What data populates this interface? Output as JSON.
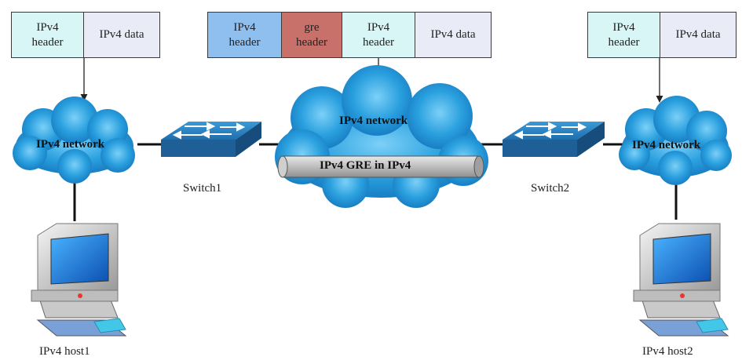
{
  "packets": {
    "left": {
      "ipv4_header": "IPv4\nheader",
      "ipv4_data": "IPv4 data"
    },
    "middle": {
      "outer_header": "IPv4\nheader",
      "gre_header": "gre\nheader",
      "inner_header": "IPv4\nheader",
      "ipv4_data": "IPv4 data"
    },
    "right": {
      "ipv4_header": "IPv4\nheader",
      "ipv4_data": "IPv4 data"
    }
  },
  "clouds": {
    "left": "IPv4 network",
    "middle": "IPv4 network",
    "right": "IPv4 network"
  },
  "tunnel": "IPv4 GRE in IPv4",
  "switches": {
    "switch1": "Switch1",
    "switch2": "Switch2"
  },
  "hosts": {
    "host1": "IPv4 host1",
    "host2": "IPv4 host2"
  },
  "colors": {
    "ipv4_header": "#d9f6f6",
    "ipv4_data": "#e9ecf6",
    "gre_header": "#c8706a",
    "outer_ipv4_header": "#8fbfef",
    "cloud": "#39a8e3",
    "switch": "#2f7fb8"
  }
}
